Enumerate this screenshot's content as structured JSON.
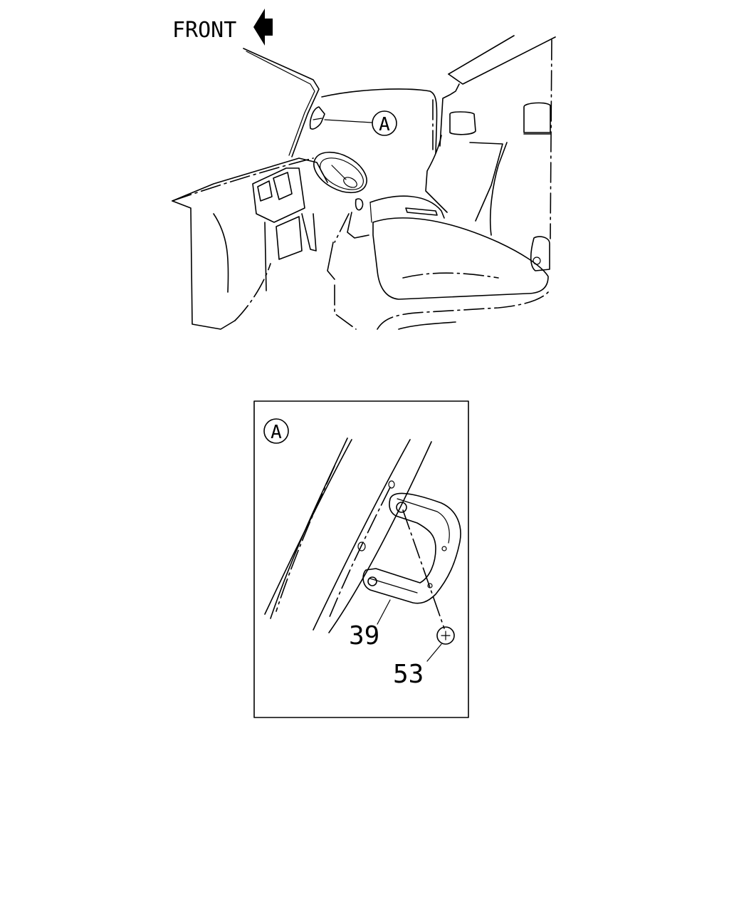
{
  "diagram": {
    "direction_label": "FRONT",
    "callout_letter": "A",
    "detail_letter": "A",
    "part_numbers": [
      "39",
      "53"
    ]
  }
}
